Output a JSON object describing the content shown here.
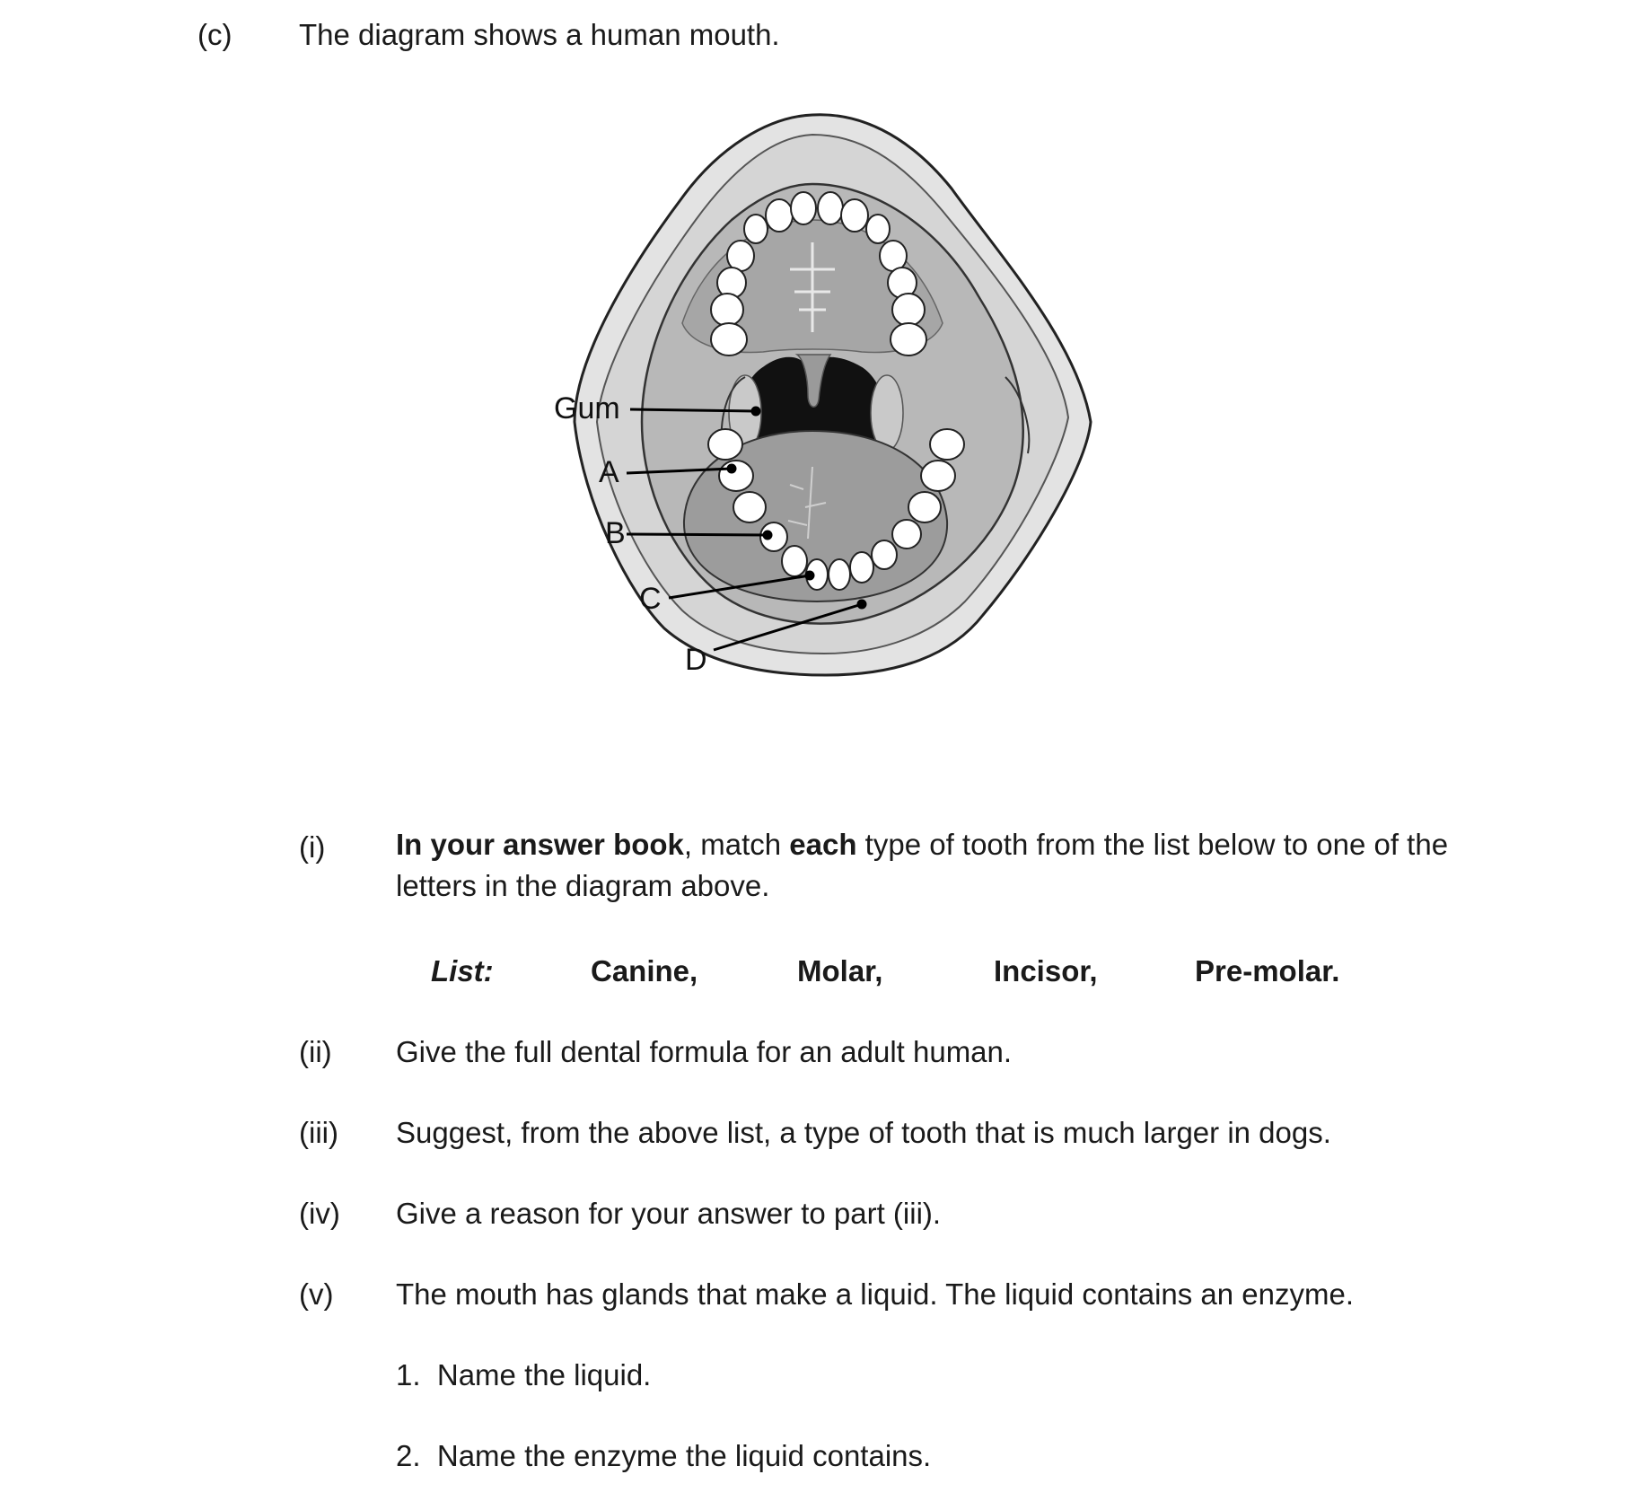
{
  "question": {
    "label": "(c)",
    "intro": "The diagram shows a human mouth."
  },
  "diagram": {
    "labels": {
      "gum": "Gum",
      "a": "A",
      "b": "B",
      "c": "C",
      "d": "D"
    }
  },
  "parts": {
    "i": {
      "label": "(i)",
      "bold1": "In your answer book",
      "text1": ", match ",
      "bold2": "each",
      "text2": " type of tooth from the list below to one of the",
      "line2": "letters in the diagram above."
    },
    "list": {
      "label": "List:",
      "items": [
        "Canine,",
        "Molar,",
        "Incisor,",
        "Pre-molar."
      ]
    },
    "ii": {
      "label": "(ii)",
      "text": "Give the full dental formula for an adult human."
    },
    "iii": {
      "label": "(iii)",
      "text": "Suggest, from the above list, a type of tooth that is much larger in dogs."
    },
    "iv": {
      "label": "(iv)",
      "text": "Give a reason for your answer to part (iii)."
    },
    "v": {
      "label": "(v)",
      "text": "The mouth has glands that make a liquid.  The liquid contains an enzyme.",
      "sub": [
        {
          "num": "1.",
          "text": "Name the liquid."
        },
        {
          "num": "2.",
          "text": "Name the enzyme the liquid contains."
        }
      ]
    }
  }
}
